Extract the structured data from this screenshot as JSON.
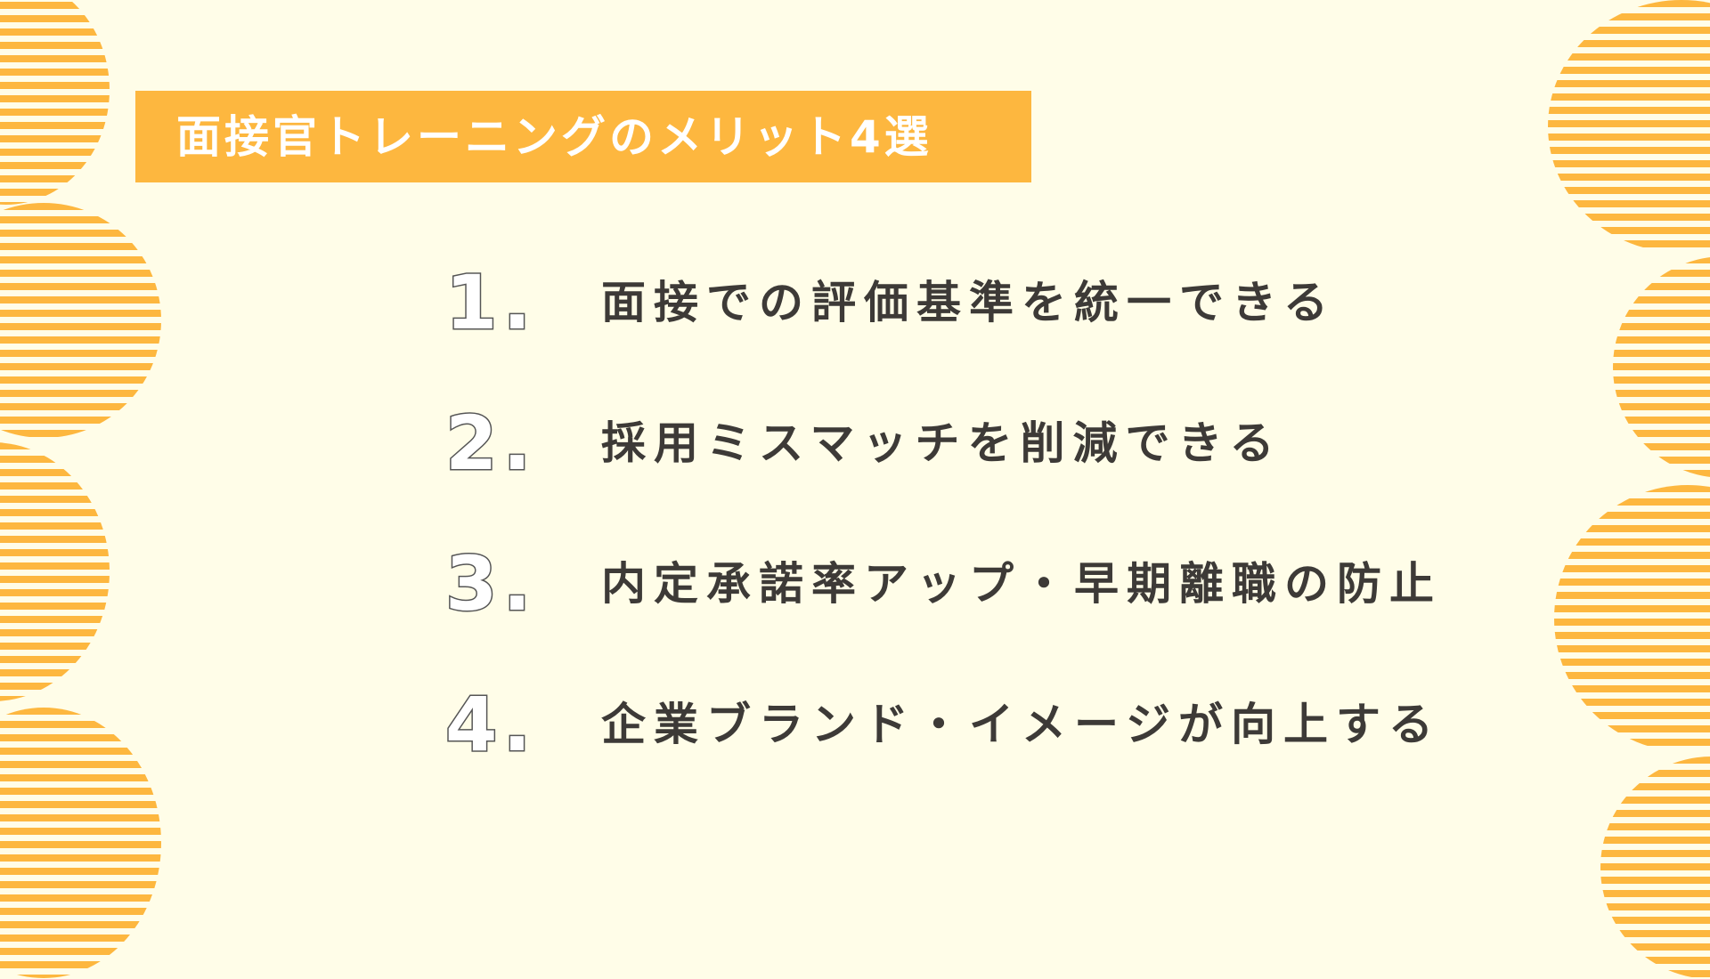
{
  "title": {
    "text": "面接官トレーニングのメリット4選"
  },
  "items": [
    {
      "number": "1.",
      "label": "面接での評価基準を統一できる"
    },
    {
      "number": "2.",
      "label": "採用ミスマッチを削減できる"
    },
    {
      "number": "3.",
      "label": "内定承諾率アップ・早期離職の防止"
    },
    {
      "number": "4.",
      "label": "企業ブランド・イメージが向上する"
    }
  ],
  "colors": {
    "background": "#FFFDE8",
    "accent": "#FDB73F",
    "title_text": "#FFFFFF",
    "body_text": "#3D3A37",
    "number_outline": "#555555"
  },
  "decorations": {
    "pattern": "striped-half-circles",
    "left_count": 4,
    "right_count": 4
  }
}
